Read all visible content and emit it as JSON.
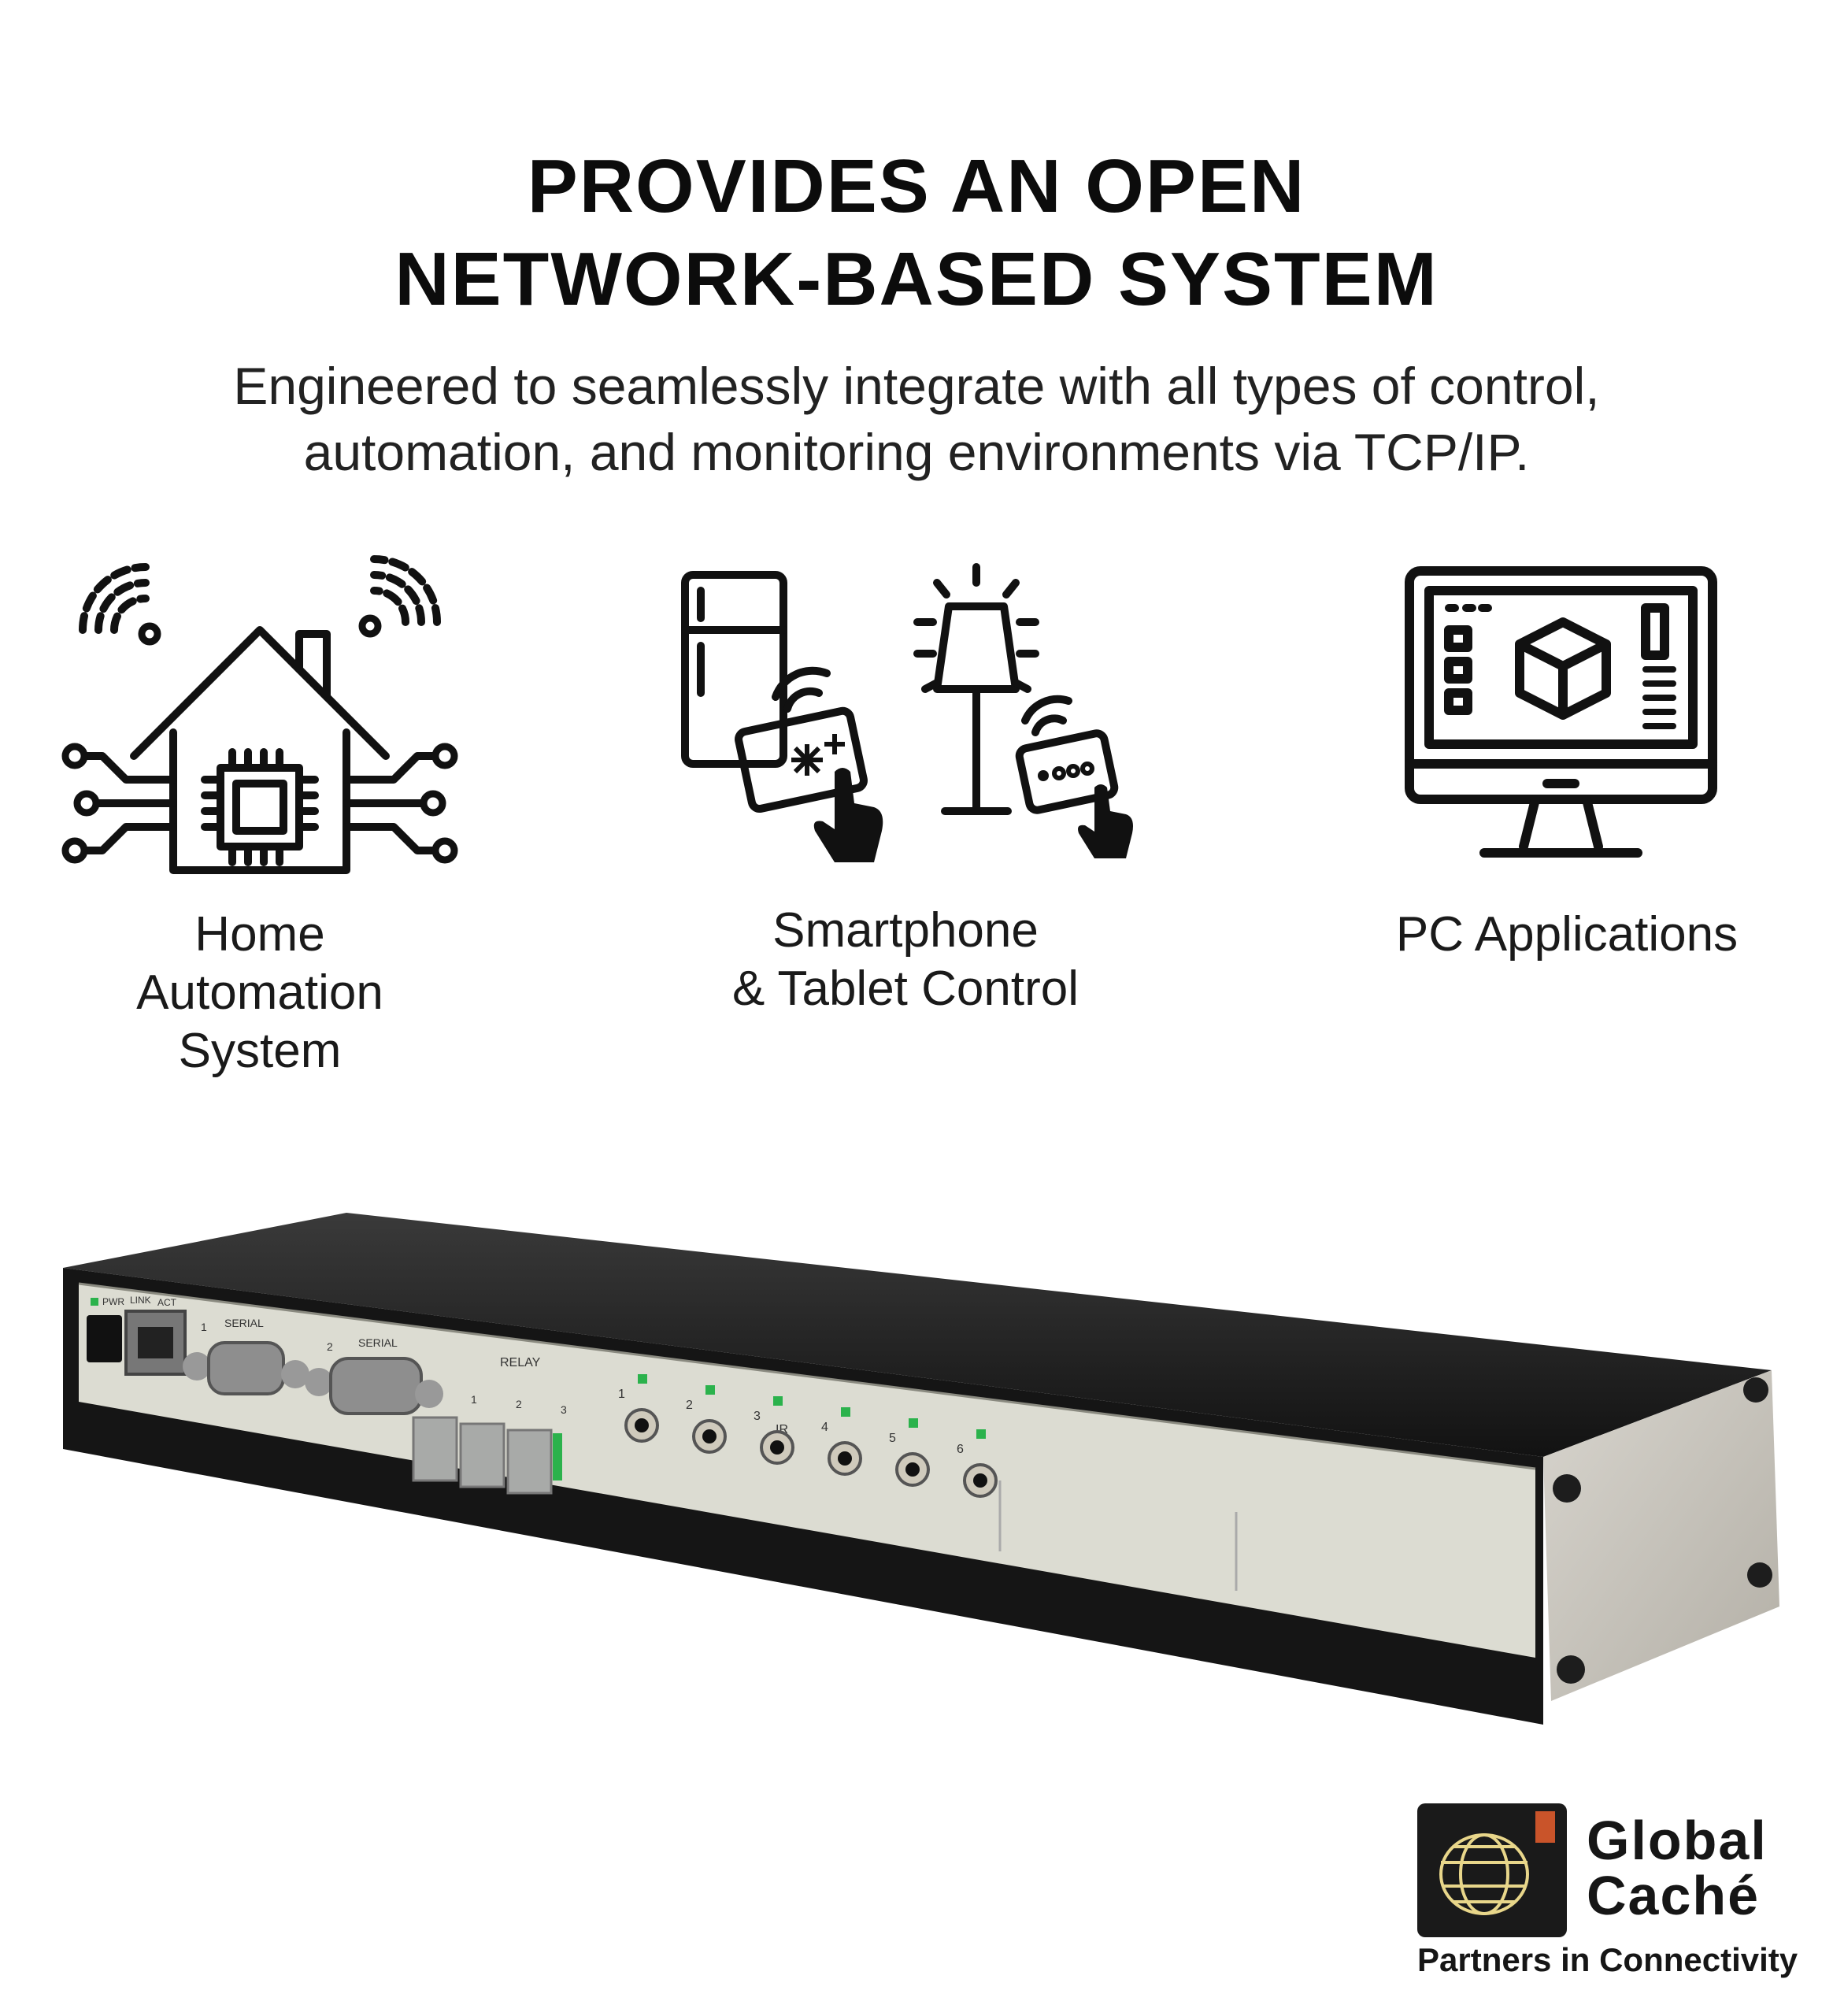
{
  "headline": {
    "line1": "PROVIDES AN OPEN",
    "line2": "NETWORK-BASED SYSTEM"
  },
  "subhead": {
    "line1": "Engineered to seamlessly integrate with all types of control,",
    "line2": "automation, and monitoring environments via TCP/IP."
  },
  "features": [
    {
      "icon": "smart-home-icon",
      "lines": [
        "Home",
        "Automation",
        "System"
      ]
    },
    {
      "icon": "smartphone-tablet-control-icon",
      "lines": [
        "Smartphone",
        "& Tablet Control"
      ]
    },
    {
      "icon": "pc-monitor-icon",
      "lines": [
        "PC Applications"
      ]
    }
  ],
  "device": {
    "labels": {
      "pwr": "PWR",
      "link": "LINK",
      "act": "ACT",
      "serial1_num": "1",
      "serial1": "SERIAL",
      "serial2_num": "2",
      "serial2": "SERIAL",
      "relay": "RELAY",
      "relay_nums": [
        "1",
        "2",
        "3"
      ],
      "ir": "IR",
      "ir_nums": [
        "1",
        "2",
        "3",
        "4",
        "5",
        "6"
      ]
    },
    "colors": {
      "body": "#1c1c1c",
      "faceplate": "#dcdcd2",
      "led": "#2bb24c",
      "side": "#c9c6be"
    }
  },
  "logo": {
    "brand_line1": "Global",
    "brand_line2": "Caché",
    "tagline": "Partners in Connectivity",
    "accent_color": "#c9542a"
  }
}
